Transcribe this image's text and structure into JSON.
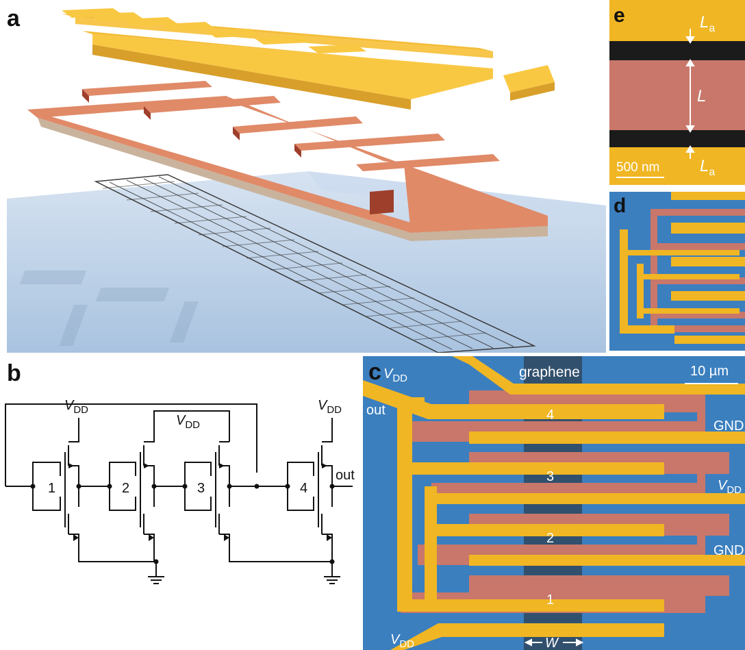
{
  "panels": {
    "a": {
      "label": "a"
    },
    "b": {
      "label": "b",
      "vdd_main": "V",
      "vdd_sub": "DD",
      "stage_numbers": [
        "1",
        "2",
        "3",
        "4"
      ],
      "out_label": "out"
    },
    "c": {
      "label": "c",
      "vdd_main": "V",
      "vdd_sub": "DD",
      "graphene_label": "graphene",
      "scalebar_label": "10 µm",
      "out_label": "out",
      "gnd_label": "GND",
      "finger_numbers": [
        "4",
        "3",
        "2",
        "1"
      ],
      "width_label": "W"
    },
    "d": {
      "label": "d"
    },
    "e": {
      "label": "e",
      "la_main": "L",
      "la_sub": "a",
      "l_label": "L",
      "scalebar_label": "500 nm"
    }
  },
  "colors": {
    "gold": "#f2b21f",
    "copper": "#d97a5f",
    "substrate": "#bcd3ea",
    "sem_blue": "#3b7fbf",
    "sem_gold": "#f0b623",
    "sem_red": "#c8776a"
  }
}
